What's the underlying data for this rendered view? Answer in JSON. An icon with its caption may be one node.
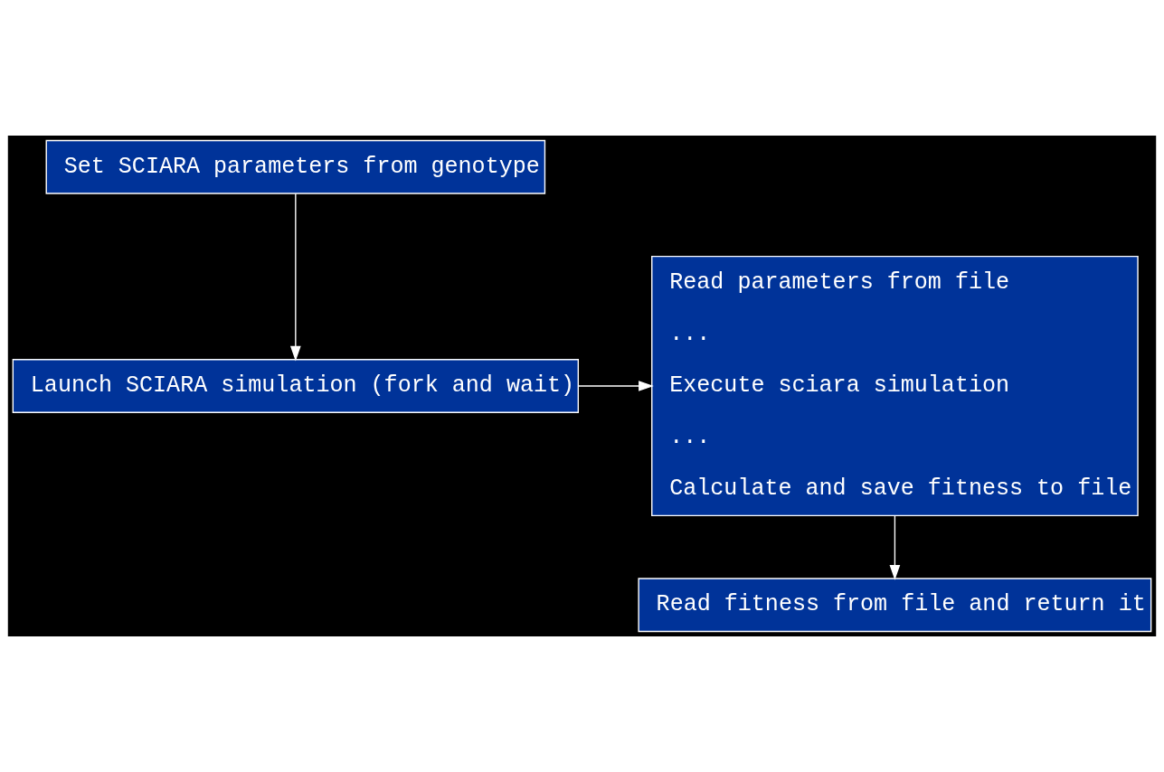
{
  "diagram": {
    "nodes": [
      {
        "text": [
          "Set SCIARA parameters from genotype"
        ]
      },
      {
        "text": [
          "Launch SCIARA simulation (fork and wait)"
        ]
      },
      {
        "text": [
          "Read parameters from file",
          "...",
          "Execute sciara simulation",
          "...",
          "Calculate and save fitness to file"
        ]
      },
      {
        "text": [
          "Read fitness from file and return it"
        ]
      }
    ],
    "edges": [
      {
        "from": 0,
        "to": 1,
        "arrow": "to"
      },
      {
        "from": 1,
        "to": 2,
        "arrow": "to"
      },
      {
        "from": 2,
        "to": 3,
        "arrow": "to"
      }
    ]
  }
}
